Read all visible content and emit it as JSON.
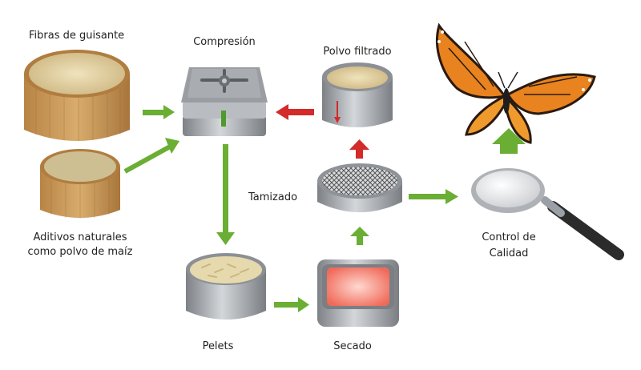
{
  "labels": {
    "pea_fibers": "Fibras de guisante",
    "additives_line1": "Aditivos naturales",
    "additives_line2": "como polvo de maíz",
    "compression": "Compresión",
    "filtered_powder": "Polvo filtrado",
    "sieving": "Tamizado",
    "quality_line1": "Control de",
    "quality_line2": "Calidad",
    "pellets": "Pelets",
    "drying": "Secado"
  },
  "colors": {
    "arrow_green": "#6aae34",
    "arrow_red": "#d32a2a",
    "wood": "#c99a5c",
    "metal": "#9ea3a8",
    "powder": "#e2d2a4",
    "butterfly_orange": "#e8831f"
  },
  "icons": [
    "wooden-bowl-icon",
    "press-icon",
    "metal-bowl-icon",
    "sieve-icon",
    "magnifier-icon",
    "butterfly-icon",
    "dryer-tray-icon"
  ]
}
